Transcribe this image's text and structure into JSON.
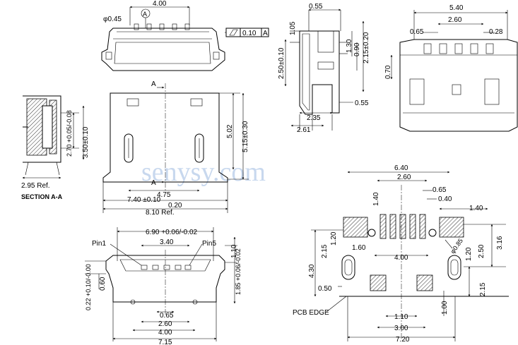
{
  "watermark": "senysy.com",
  "top_view": {
    "dims": {
      "width_top": "4.00",
      "pin_dia": "φ0.45",
      "datum": "A",
      "parallel_tol": "0.10",
      "tol_datum": "A"
    }
  },
  "side_view": {
    "dims": {
      "d055_top": "0.55",
      "d105": "1.05",
      "d130": "1.30",
      "d090": "0.90",
      "d215": "2.15±0.20",
      "d250": "2.50±0.10",
      "d235": "2.35",
      "d261": "2.61",
      "d055_bot": "0.55"
    }
  },
  "front_view": {
    "dims": {
      "d540": "5.40",
      "d260": "2.60",
      "d065": "0.65",
      "d028": "0.28",
      "d070": "0.70"
    }
  },
  "section_view": {
    "title": "SECTION A-A",
    "dims": {
      "d270": "2.70 +0.05/-0.08",
      "d350": "3.50±0.10",
      "d295": "2.95 Ref."
    }
  },
  "plan_view": {
    "section_mark": "A",
    "dims": {
      "d502": "5.02",
      "d515": "5.15±0.30",
      "d475": "4.75",
      "d740": "7.40 ±0.10",
      "d020": "0.20",
      "d810": "8.10 Ref."
    }
  },
  "bottom_view": {
    "labels": {
      "pin1": "Pin1",
      "pin5": "Pin5"
    },
    "dims": {
      "d690": "6.90 +0.06/-0.02",
      "d340": "3.40",
      "d110": "1.10",
      "d185": "1.85 +0.06/-0.02",
      "d022": "0.22 +0.10/-0.00",
      "d060": "0.60",
      "d065": "0.65",
      "d260": "2.60",
      "d400": "4.00",
      "d715": "7.15"
    }
  },
  "pcb_layout": {
    "label": "PCB EDGE",
    "dims": {
      "d640": "6.40",
      "d260": "2.60",
      "d140_top": "1.40",
      "d065": "0.65",
      "d040": "0.40",
      "d140_right": "1.40",
      "d120_l": "1.20",
      "d215_l": "2.15",
      "d160": "1.60",
      "d400": "4.00",
      "d085": "φ0.85",
      "d120_r": "1.20",
      "d250": "2.50",
      "d316": "3.16",
      "d430": "4.30",
      "d050": "0.50",
      "d215_r": "2.15",
      "d100": "1.00",
      "d110": "1.10",
      "d300": "3.00",
      "d720": "7.20"
    }
  }
}
